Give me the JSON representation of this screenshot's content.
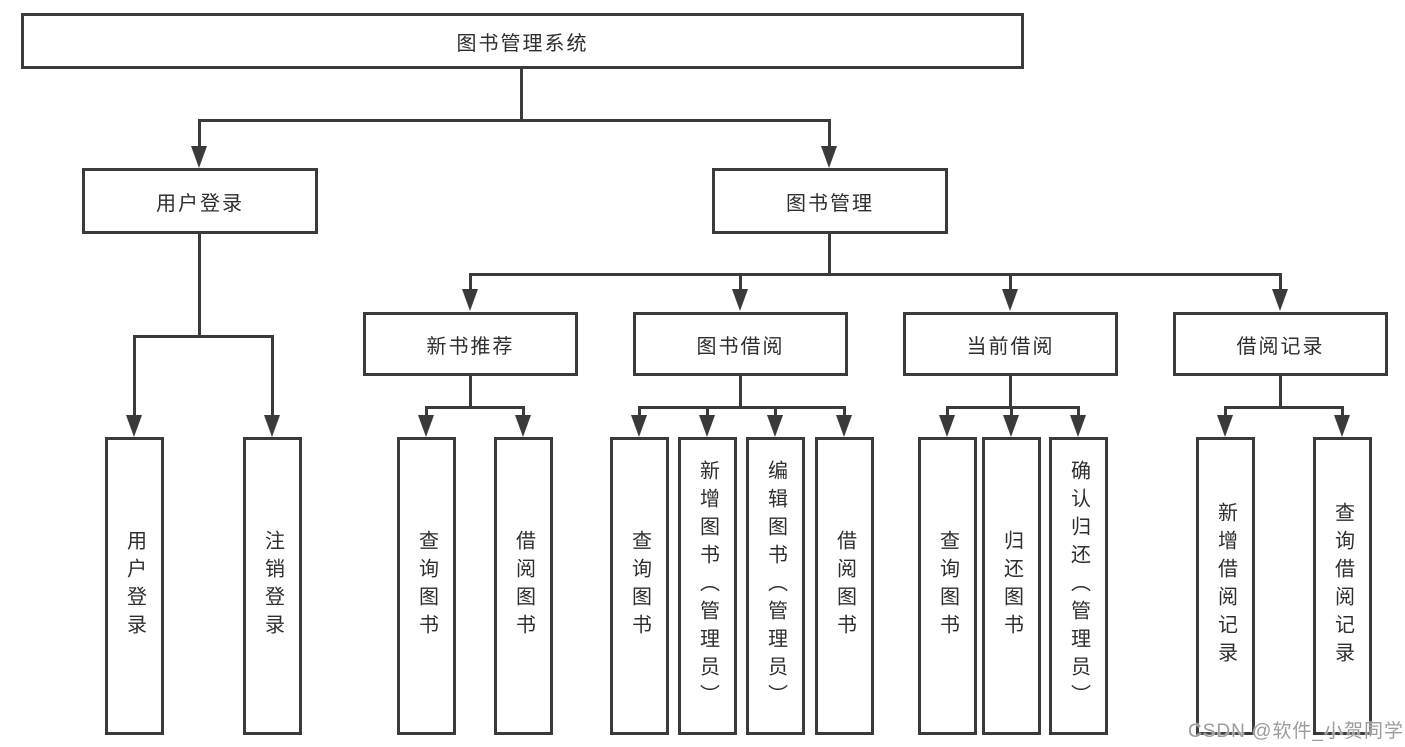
{
  "diagram": {
    "root": {
      "label": "图书管理系统"
    },
    "level2": [
      {
        "label": "用户登录"
      },
      {
        "label": "图书管理"
      }
    ],
    "level3": [
      {
        "label": "新书推荐"
      },
      {
        "label": "图书借阅"
      },
      {
        "label": "当前借阅"
      },
      {
        "label": "借阅记录"
      }
    ],
    "leaves": {
      "user_login": [
        "用户登录",
        "注销登录"
      ],
      "new_books": [
        "查询图书",
        "借阅图书"
      ],
      "book_borrow": [
        "查询图书",
        "新增图书（管理员）",
        "编辑图书（管理员）",
        "借阅图书"
      ],
      "current_borrow": [
        "查询图书",
        "归还图书",
        "确认归还（管理员）"
      ],
      "borrow_records": [
        "新增借阅记录",
        "查询借阅记录"
      ]
    }
  },
  "watermark": "CSDN @软件_小贺同学",
  "colors": {
    "line": "#3a3a3a",
    "text": "#2e2e2e",
    "watermark": "#9c9c9c",
    "background": "#ffffff"
  }
}
